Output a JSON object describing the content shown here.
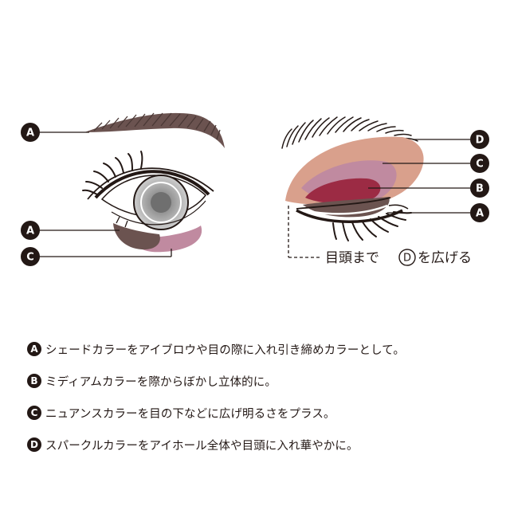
{
  "labels": {
    "left_brow": "A",
    "left_lower_a": "A",
    "left_lower_c": "C",
    "right_d": "D",
    "right_c": "C",
    "right_b": "B",
    "right_a": "A"
  },
  "caption": {
    "before": "目頭まで",
    "mark": "D",
    "after": "を広げる"
  },
  "legend": [
    {
      "mark": "A",
      "text": "シェードカラーをアイブロウや目の際に入れ引き締めカラーとして。"
    },
    {
      "mark": "B",
      "text": "ミディアムカラーを際からぼかし立体的に。"
    },
    {
      "mark": "C",
      "text": "ニュアンスカラーを目の下などに広げ明るさをプラス。"
    },
    {
      "mark": "D",
      "text": "スパークルカラーをアイホール全体や目頭に入れ華やかに。"
    }
  ],
  "colors": {
    "ink": "#231815",
    "shade_a": "#6b5350",
    "medium_b": "#9c2b44",
    "nuance_c": "#c08aa0",
    "sparkle_d": "#d9a08c"
  }
}
